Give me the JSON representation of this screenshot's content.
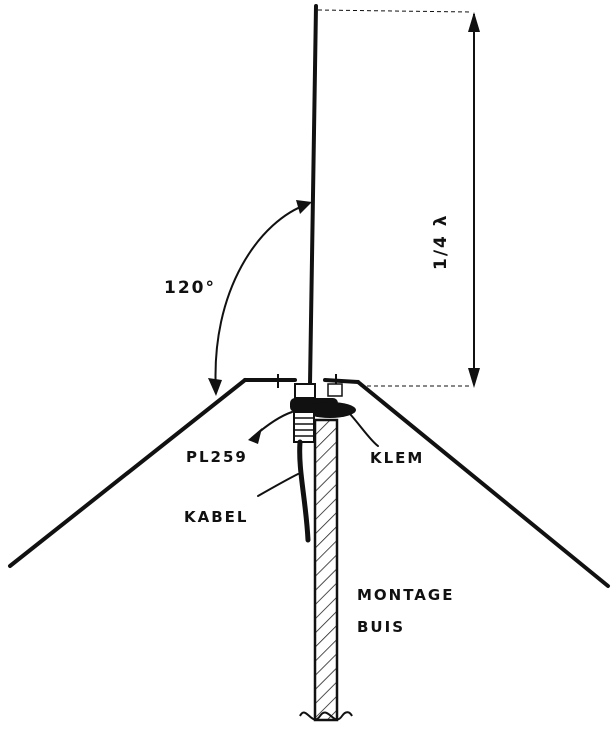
{
  "labels": {
    "angle": "120°",
    "wavelength": "1/4 λ",
    "connector": "PL259",
    "clamp": "KLEM",
    "cable": "KABEL",
    "mount_line1": "MONTAGE",
    "mount_line2": "BUIS"
  },
  "colors": {
    "ink": "#111111",
    "paper": "#ffffff"
  }
}
